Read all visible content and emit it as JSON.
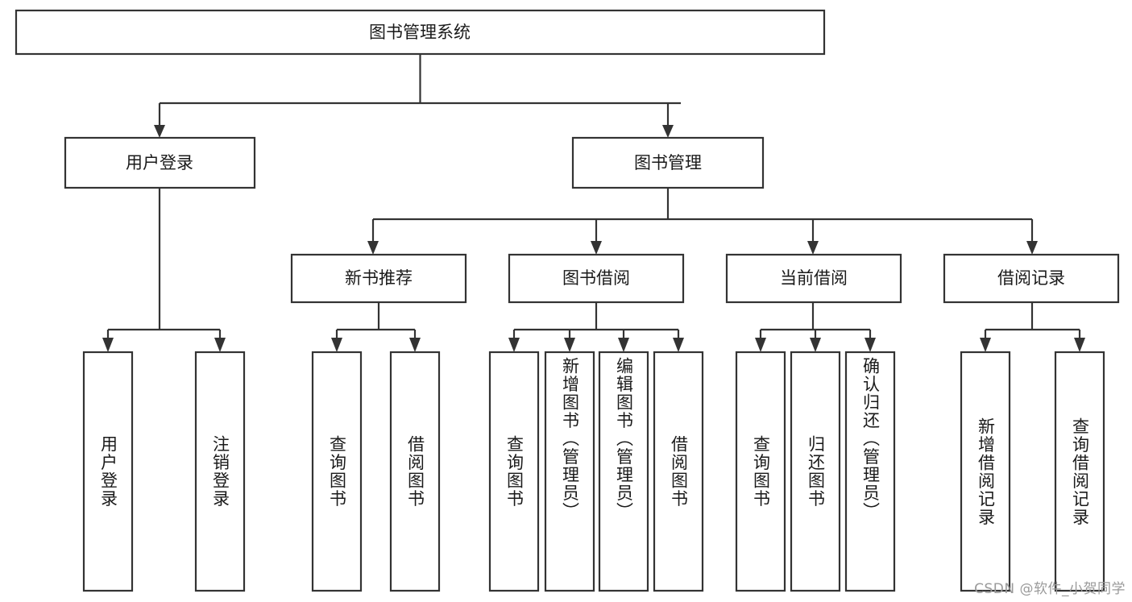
{
  "diagram": {
    "title": "图书管理系统",
    "watermark": "CSDN @软件_小贺同学",
    "accent_color": "#333333",
    "box_fill": "#ffffff",
    "root": {
      "label": "图书管理系统"
    },
    "level2": [
      {
        "label": "用户登录"
      },
      {
        "label": "图书管理"
      }
    ],
    "level3": [
      {
        "label": "新书推荐"
      },
      {
        "label": "图书借阅"
      },
      {
        "label": "当前借阅"
      },
      {
        "label": "借阅记录"
      }
    ],
    "leaves": {
      "user_login": [
        {
          "label": "用户登录"
        },
        {
          "label": "注销登录"
        }
      ],
      "new_book": [
        {
          "label": "查询图书"
        },
        {
          "label": "借阅图书"
        }
      ],
      "book_borrow": [
        {
          "label": "查询图书"
        },
        {
          "label": "新增图书（管理员）"
        },
        {
          "label": "编辑图书（管理员）"
        },
        {
          "label": "借阅图书"
        }
      ],
      "current_borrow": [
        {
          "label": "查询图书"
        },
        {
          "label": "归还图书"
        },
        {
          "label": "确认归还（管理员）"
        }
      ],
      "borrow_record": [
        {
          "label": "新增借阅记录"
        },
        {
          "label": "查询借阅记录"
        }
      ]
    }
  }
}
